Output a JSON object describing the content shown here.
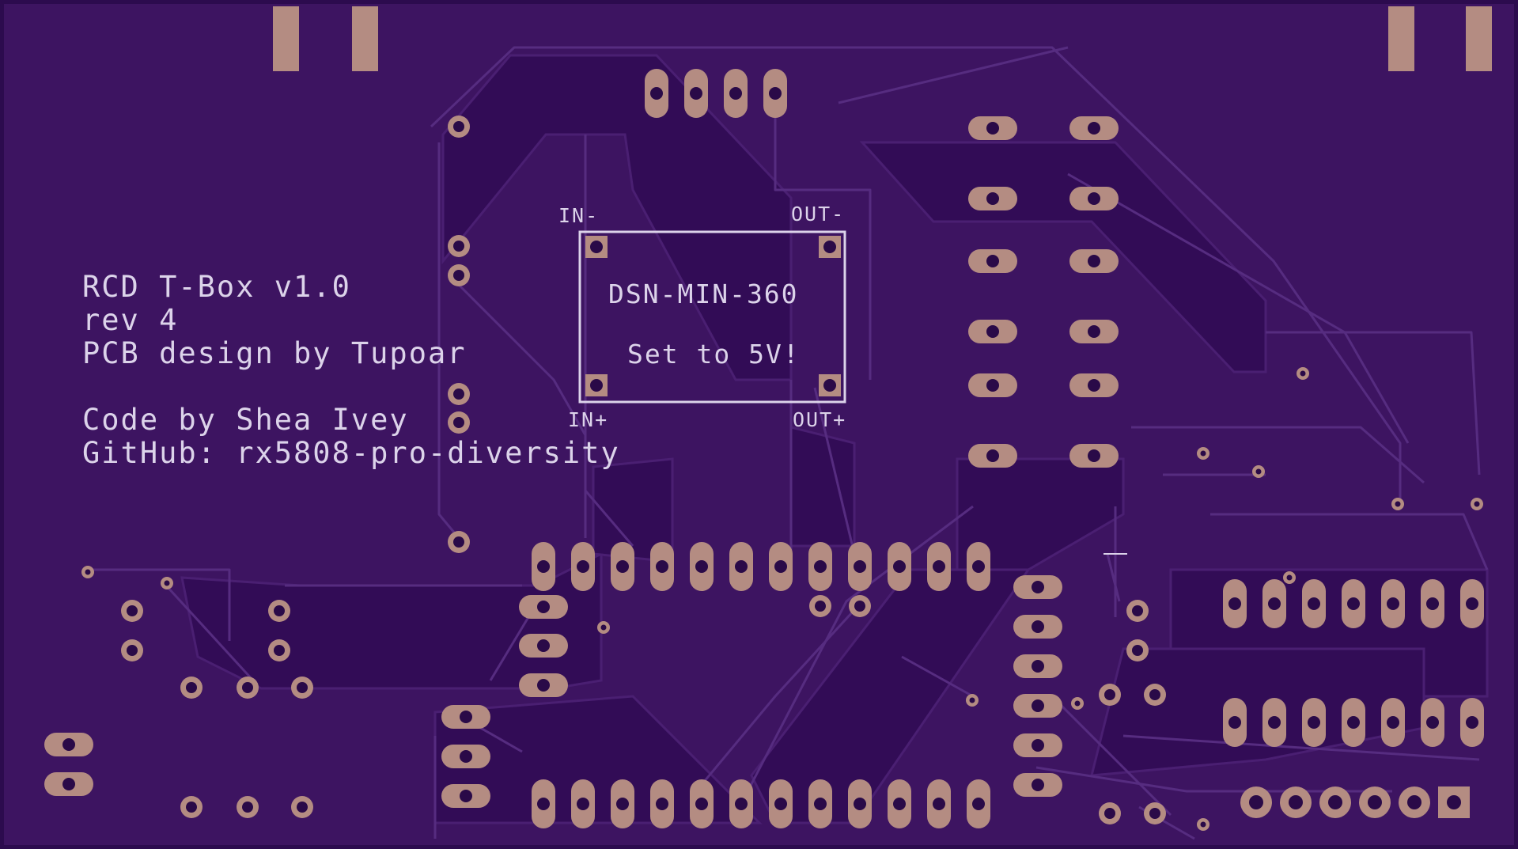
{
  "board": {
    "silkscreen_color": "#dcd3ea",
    "soldermask_color": "#3d1461",
    "pad_color": "#b48c82",
    "credits": [
      "RCD T-Box v1.0",
      "rev 4",
      "PCB design by Tupoar",
      "",
      "Code by Shea Ivey",
      "GitHub: rx5808-pro-diversity"
    ],
    "module": {
      "part": "DSN-MIN-360",
      "note": "Set to 5V!",
      "pin_in_minus": "IN-",
      "pin_out_minus": "OUT-",
      "pin_in_plus": "IN+",
      "pin_out_plus": "OUT+"
    }
  }
}
